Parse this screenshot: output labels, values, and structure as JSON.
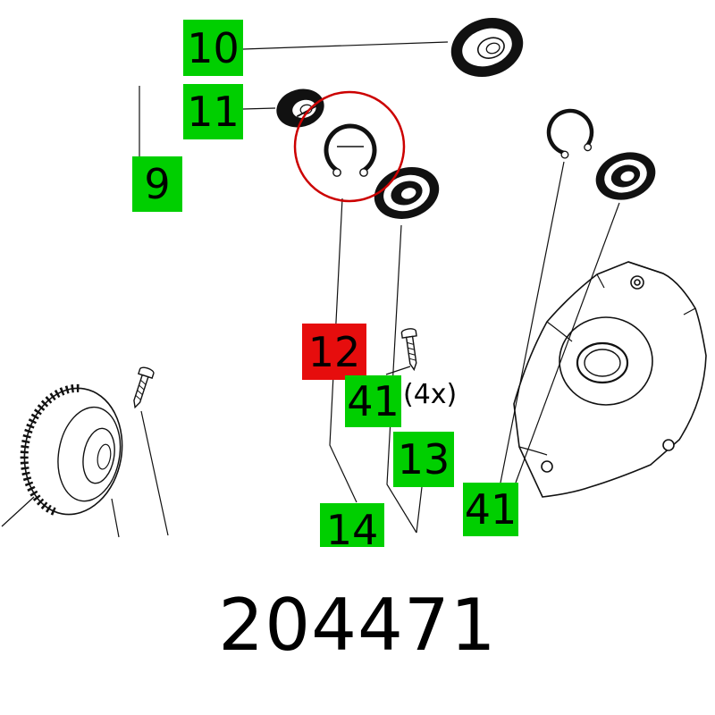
{
  "diagram": {
    "part_number": "204471",
    "labels": [
      {
        "text": "10",
        "style": "green"
      },
      {
        "text": "11",
        "style": "green"
      },
      {
        "text": "9",
        "style": "green"
      },
      {
        "text": "12",
        "style": "red"
      },
      {
        "text": "41",
        "style": "green",
        "suffix": "(4x)"
      },
      {
        "text": "13",
        "style": "green"
      },
      {
        "text": "41",
        "style": "green"
      },
      {
        "text": "14",
        "style": "green"
      }
    ],
    "parts": [
      "bearing-top",
      "bushing",
      "retaining-ring",
      "ball-bearing",
      "retaining-ring-2",
      "ball-bearing-2",
      "gear-housing",
      "adjustment-knob",
      "screw",
      "screw-4x"
    ],
    "colors": {
      "label_green": "#00cf00",
      "label_red": "#e60d0d",
      "highlight_circle": "#cc0000"
    }
  }
}
